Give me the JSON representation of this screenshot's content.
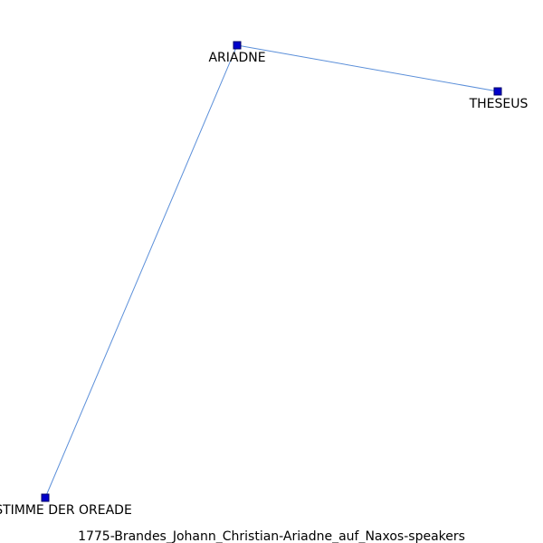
{
  "diagram": {
    "caption": "1775-Brandes_Johann_Christian-Ariadne_auf_Naxos-speakers",
    "colors": {
      "node_fill": "#0000cc",
      "node_stroke": "#000066",
      "edge": "#5b8fd9"
    },
    "nodes": [
      {
        "id": "ariadne",
        "label": "ARIADNE"
      },
      {
        "id": "theseus",
        "label": "THESEUS"
      },
      {
        "id": "oreade",
        "label": "STIMME DER OREADE"
      }
    ],
    "edges": [
      {
        "source": "ariadne",
        "target": "theseus"
      },
      {
        "source": "ariadne",
        "target": "oreade"
      }
    ]
  }
}
